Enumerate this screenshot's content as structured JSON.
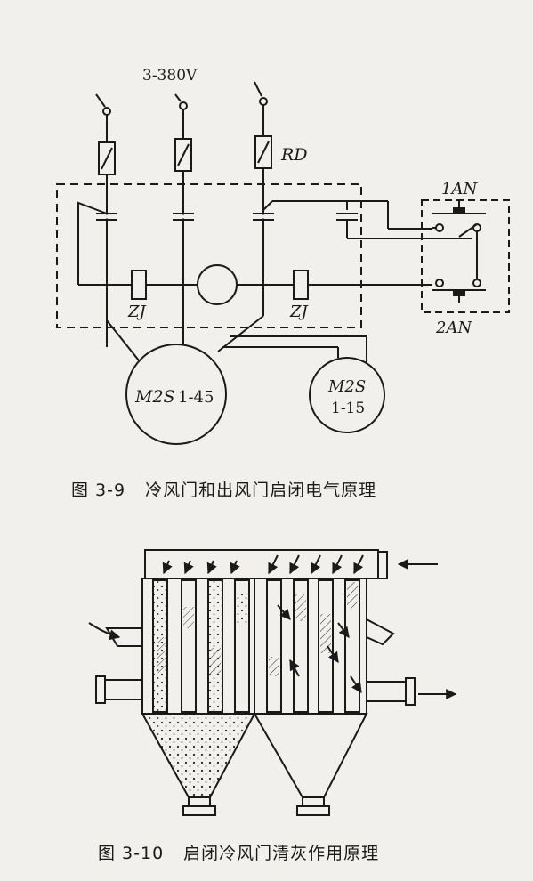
{
  "figure1": {
    "labels": {
      "voltage": "3-380V",
      "fuse": "RD",
      "button_top": "1AN",
      "button_bottom": "2AN",
      "relay_left": "ZJ",
      "relay_right": "ZJ",
      "motor_large_name": "M2S",
      "motor_large_model": "1-45",
      "motor_small_name": "M2S",
      "motor_small_model": "1-15"
    },
    "caption_number": "图 3-9",
    "caption_text": "冷风门和出风门启闭电气原理"
  },
  "figure2": {
    "caption_number": "图 3-10",
    "caption_text": "启闭冷风门清灰作用原理"
  },
  "colors": {
    "ink": "#1a1a1a",
    "paper": "#f2f0ec"
  }
}
